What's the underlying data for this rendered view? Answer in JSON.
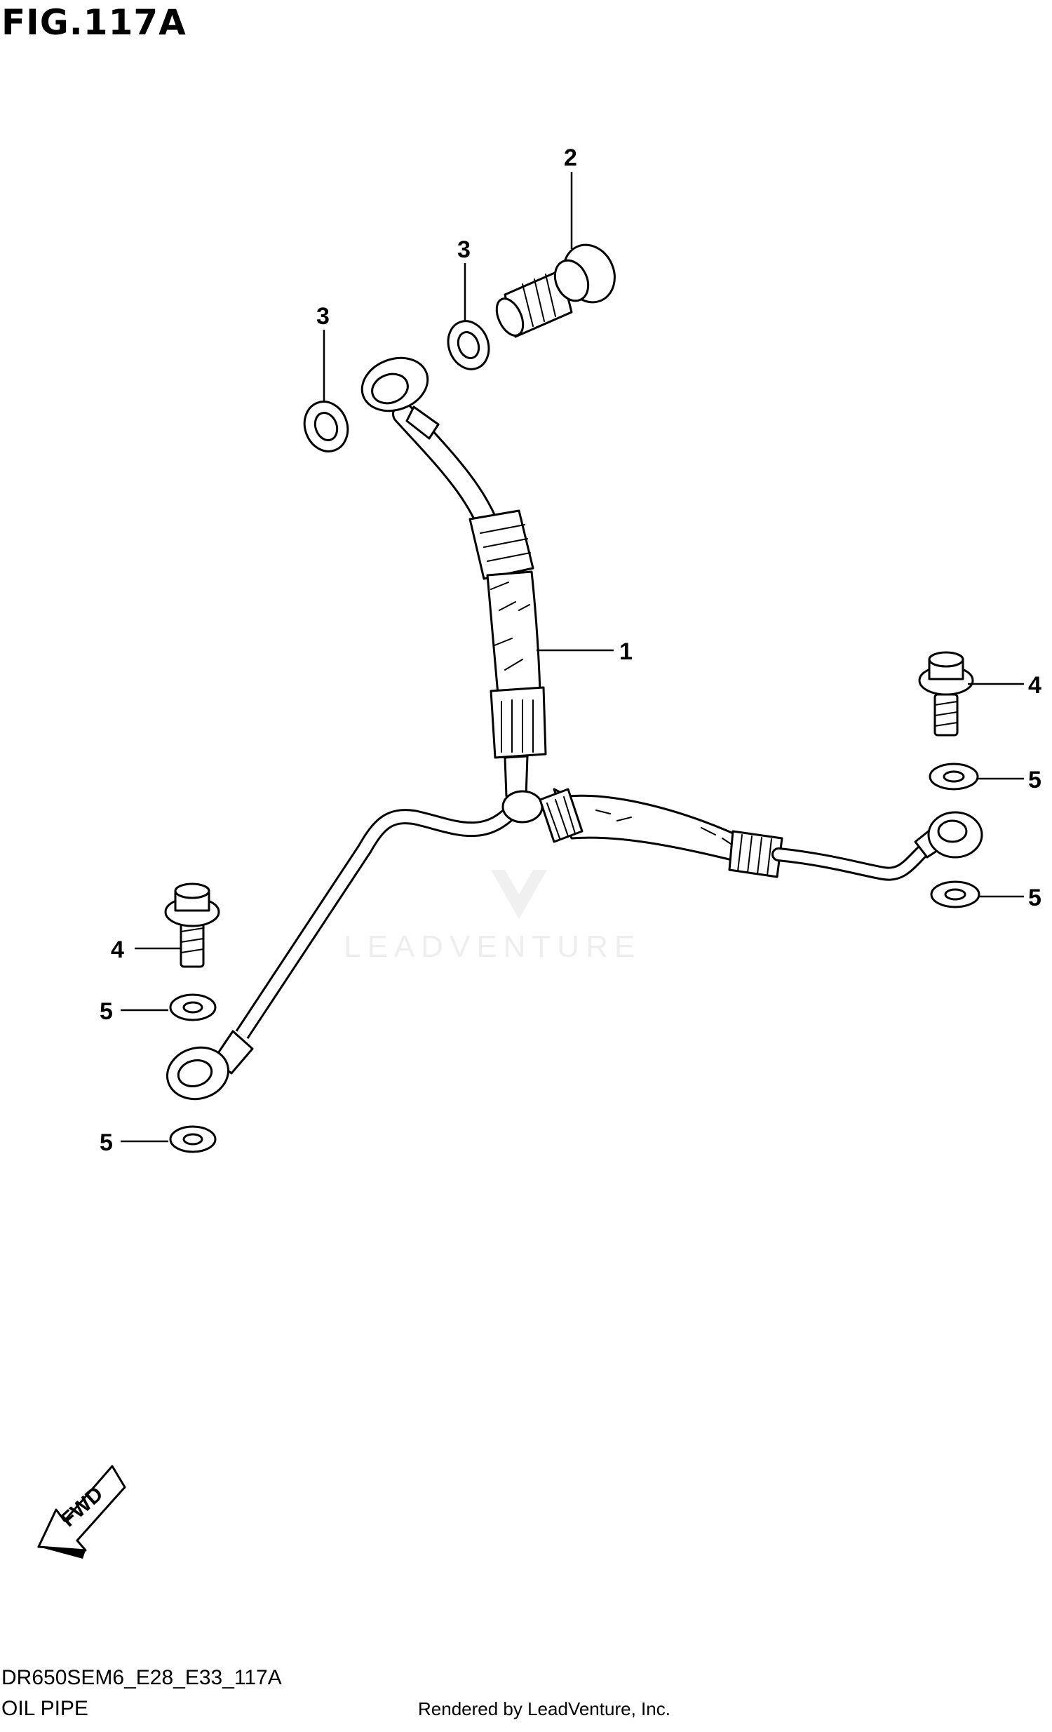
{
  "header": {
    "figure_title": "FIG.117A"
  },
  "watermark": {
    "text": "LEADVENTURE"
  },
  "fwd_arrow": {
    "label": "FWD",
    "icon": "fwd-arrow-icon"
  },
  "callouts": [
    "1",
    "2",
    "3",
    "3",
    "4",
    "5",
    "5",
    "4",
    "5",
    "5"
  ],
  "footer": {
    "diagram_code": "DR650SEM6_E28_E33_117A",
    "section_name": "OIL PIPE",
    "credit": "Rendered by LeadVenture, Inc."
  }
}
